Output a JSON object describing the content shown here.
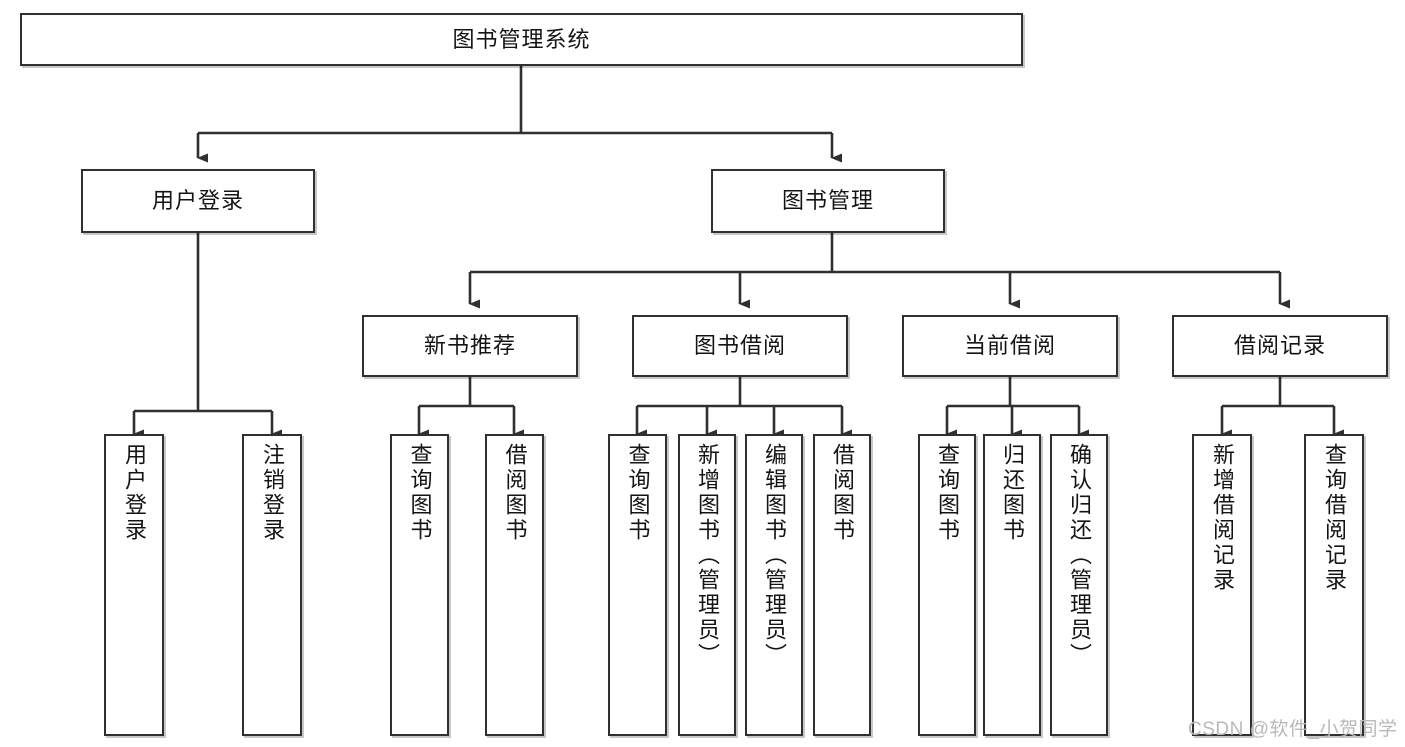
{
  "diagram": {
    "title": "图书管理系统",
    "type": "tree",
    "watermark": "CSDN @软件_小贺同学",
    "levels": {
      "root": {
        "label": "图书管理系统"
      },
      "level2": [
        {
          "label": "用户登录"
        },
        {
          "label": "图书管理"
        }
      ],
      "level3": [
        {
          "label": "新书推荐"
        },
        {
          "label": "图书借阅"
        },
        {
          "label": "当前借阅"
        },
        {
          "label": "借阅记录"
        }
      ],
      "leaves": [
        {
          "label": "用户登录",
          "parent": "用户登录"
        },
        {
          "label": "注销登录",
          "parent": "用户登录"
        },
        {
          "label": "查询图书",
          "parent": "新书推荐"
        },
        {
          "label": "借阅图书",
          "parent": "新书推荐"
        },
        {
          "label": "查询图书",
          "parent": "图书借阅"
        },
        {
          "label": "新增图书（管理员）",
          "parent": "图书借阅"
        },
        {
          "label": "编辑图书（管理员）",
          "parent": "图书借阅"
        },
        {
          "label": "借阅图书",
          "parent": "图书借阅"
        },
        {
          "label": "查询图书",
          "parent": "当前借阅"
        },
        {
          "label": "归还图书",
          "parent": "当前借阅"
        },
        {
          "label": "确认归还（管理员）",
          "parent": "当前借阅"
        },
        {
          "label": "新增借阅记录",
          "parent": "借阅记录"
        },
        {
          "label": "查询借阅记录",
          "parent": "借阅记录"
        }
      ]
    },
    "colors": {
      "stroke": "#30302f",
      "fill": "#ffffff",
      "text": "#141414",
      "watermark": "#b9b9b9"
    }
  }
}
